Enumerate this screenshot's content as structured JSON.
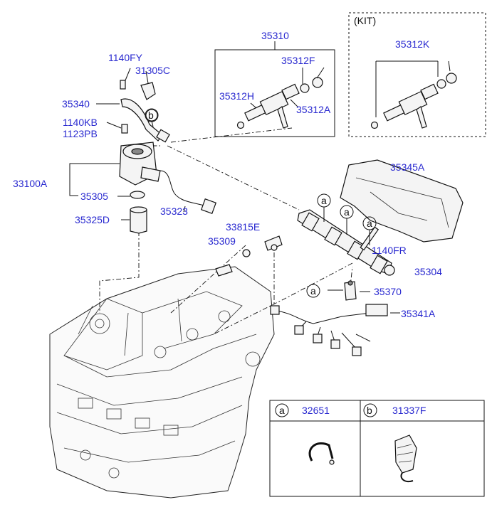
{
  "kit_label": "(KIT)",
  "parts": {
    "p35310": "35310",
    "p35312F": "35312F",
    "p35312H": "35312H",
    "p35312A": "35312A",
    "p35312K": "35312K",
    "p1140FY": "1140FY",
    "p31305C": "31305C",
    "p35340": "35340",
    "p1140KB": "1140KB",
    "p1123PB": "1123PB",
    "p33100A": "33100A",
    "p35305": "35305",
    "p35323": "35323",
    "p35325D": "35325D",
    "p35345A": "35345A",
    "p33815E": "33815E",
    "p35309": "35309",
    "p1140FR": "1140FR",
    "p35304": "35304",
    "p35370": "35370",
    "p35341A": "35341A"
  },
  "callouts": {
    "a": "a",
    "b": "b"
  },
  "legend": {
    "a_letter": "a",
    "a_part": "32651",
    "b_letter": "b",
    "b_part": "31337F"
  }
}
